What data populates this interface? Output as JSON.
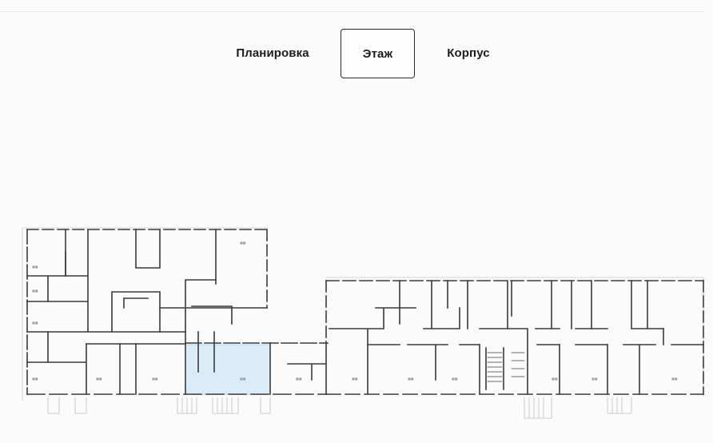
{
  "tabs": [
    {
      "label": "Планировка",
      "selected": false
    },
    {
      "label": "Этаж",
      "selected": true
    },
    {
      "label": "Корпус",
      "selected": false
    }
  ],
  "floor_plan": {
    "selected_unit_color": "#d9ecf8",
    "wall_color": "#3a3a3c"
  }
}
